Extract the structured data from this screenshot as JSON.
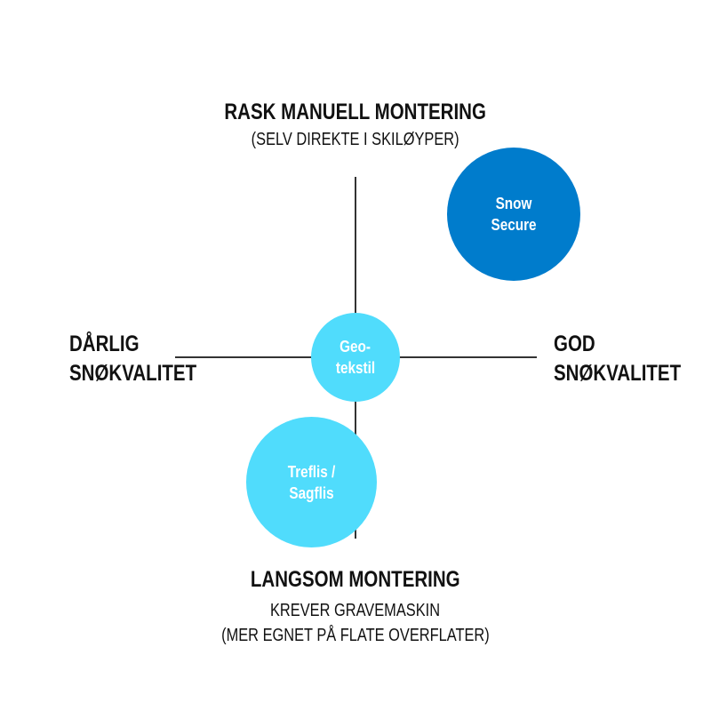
{
  "top": {
    "title": "RASK MANUELL MONTERING",
    "subtitle": "(SELV DIREKTE I SKILØYPER)"
  },
  "bottom": {
    "title": "LANGSOM MONTERING",
    "line1": "KREVER GRAVEMASKIN",
    "line2": "(MER EGNET PÅ FLATE OVERFLATER)"
  },
  "left": {
    "line1": "DÅRLIG",
    "line2": "SNØKVALITET"
  },
  "right": {
    "line1": "GOD",
    "line2": "SNØKVALITET"
  },
  "items": [
    {
      "line1": "Snow",
      "line2": "Secure",
      "color": "#007ccc"
    },
    {
      "line1": "Geo-",
      "line2": "tekstil",
      "color": "#50dcfc"
    },
    {
      "line1": "Treflis /",
      "line2": "Sagflis",
      "color": "#50dcfc"
    }
  ]
}
